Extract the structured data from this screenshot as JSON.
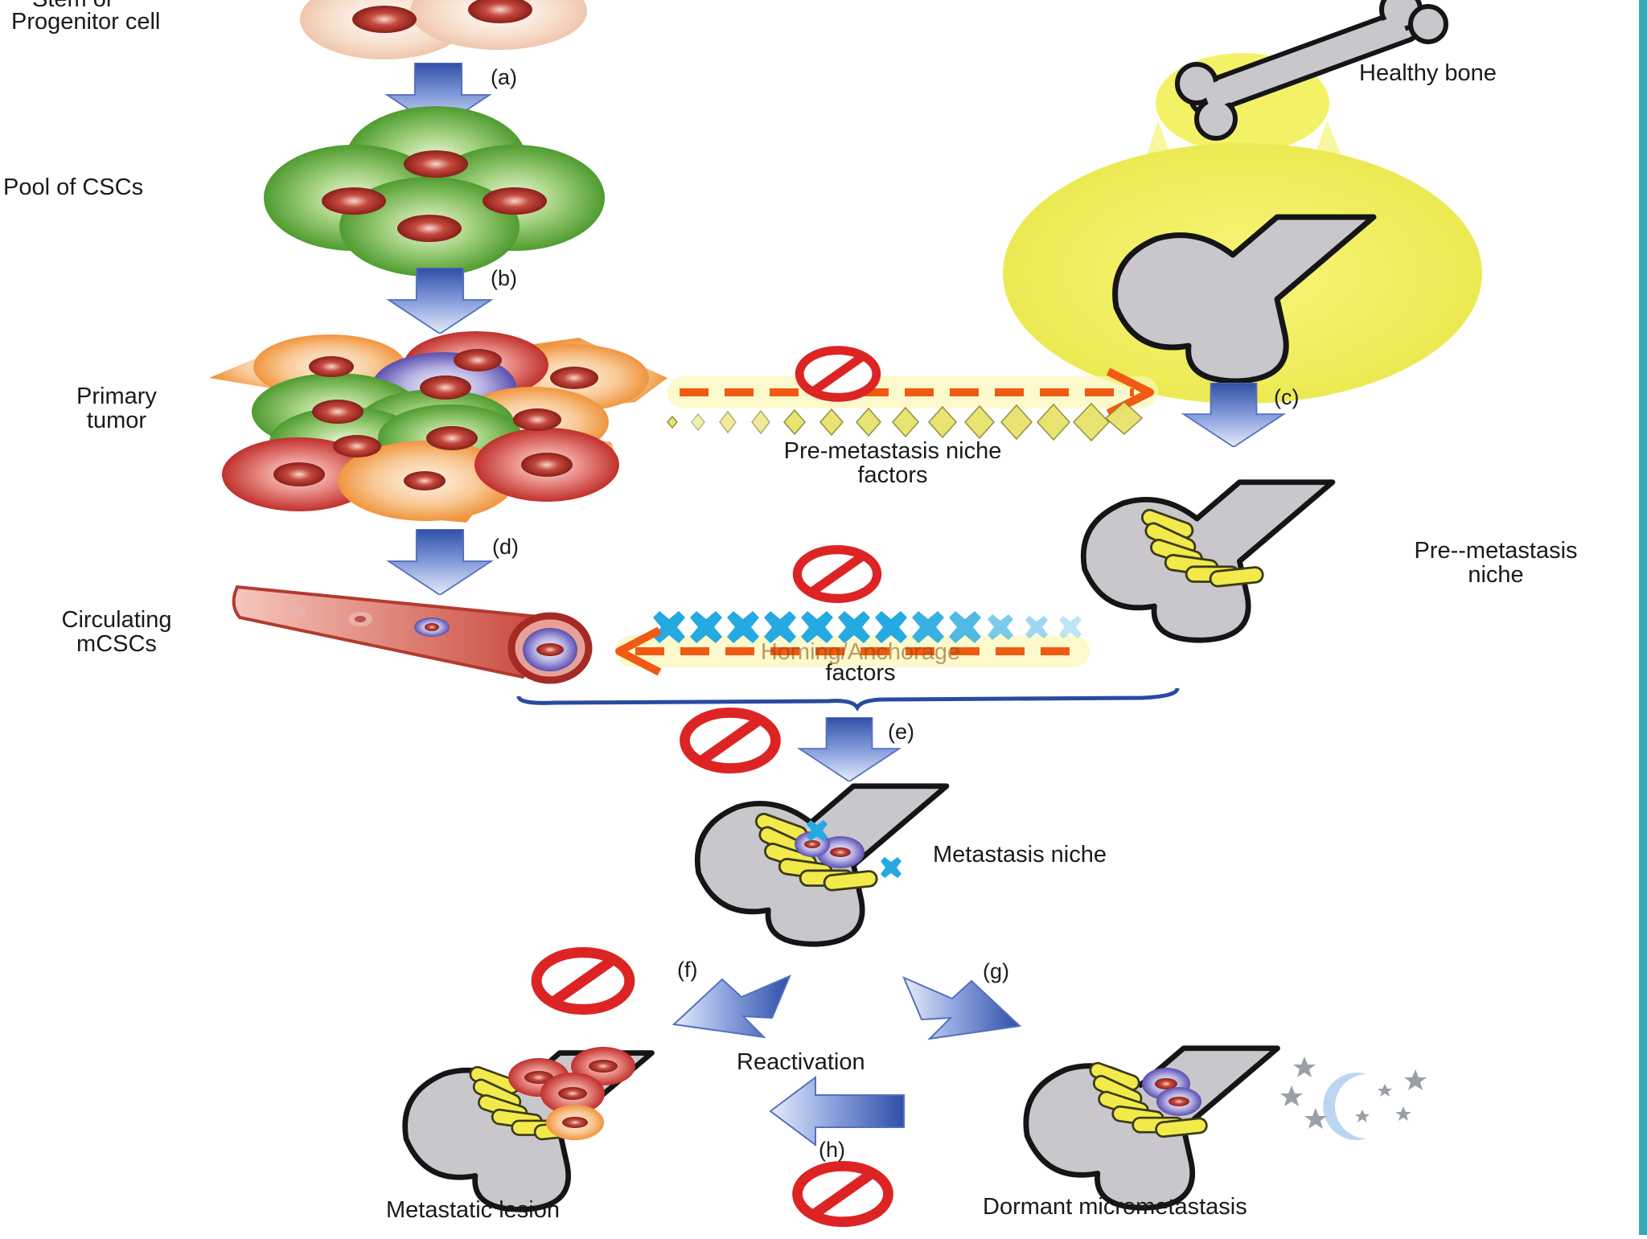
{
  "labels": {
    "stem_cell_line1": "Stem or",
    "stem_cell_line2": "Progenitor cell",
    "pool_of_cscs": "Pool of CSCs",
    "primary_tumor_line1": "Primary",
    "primary_tumor_line2": "tumor",
    "circulating_line1": "Circulating",
    "circulating_line2": "mCSCs",
    "healthy_bone": "Healthy bone",
    "pre_metastasis_factors_line1": "Pre-metastasis niche",
    "pre_metastasis_factors_line2": "factors",
    "pre_metastasis_niche_line1": "Pre--metastasis",
    "pre_metastasis_niche_line2": "niche",
    "homing_factors_line1": "Homing/Anchorage",
    "homing_factors_line2": "factors",
    "metastasis_niche": "Metastasis niche",
    "reactivation": "Reactivation",
    "metastatic_lesion": "Metastatic lesion",
    "dormant_micrometastasis": "Dormant micrometastasis"
  },
  "steps": {
    "a": "(a)",
    "b": "(b)",
    "c": "(c)",
    "d": "(d)",
    "e": "(e)",
    "f": "(f)",
    "g": "(g)",
    "h": "(h)"
  },
  "colors": {
    "arrow_blue": "#5b78c4",
    "inhibit_red": "#dd2424",
    "dashed_orange": "#f05a12",
    "bone_gray": "#c9c7cc",
    "bone_yellow": "#f3f267",
    "niche_yellow": "#f2ea4a",
    "csc_green": "#5aa83a",
    "cell_red": "#c23b36",
    "cell_purple": "#6a5fb3",
    "cell_orange": "#f2a45a",
    "homing_cyan": "#24a9e0",
    "right_edge_teal": "#3aa7b8"
  },
  "icons": [
    "inhibition-icon",
    "bone-icon",
    "moon-icon",
    "star-icon"
  ]
}
